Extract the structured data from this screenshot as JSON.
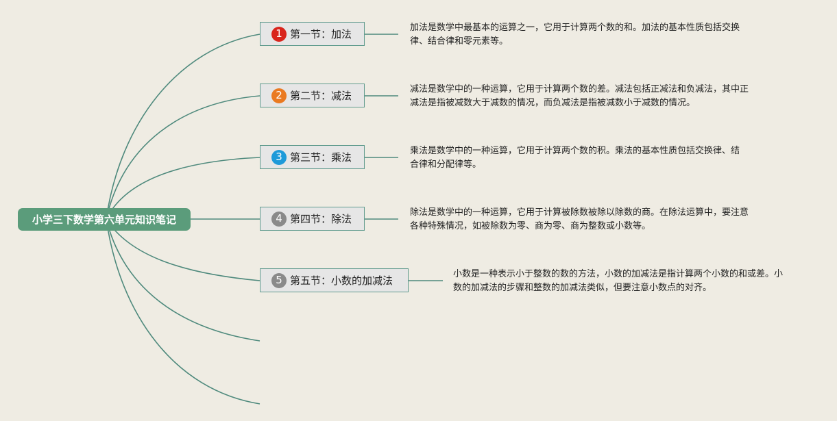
{
  "root": {
    "title": "小学三下数学第六单元知识笔记"
  },
  "branches": [
    {
      "number": "1",
      "badge_color": "#d9251c",
      "title": "第一节：加法",
      "note": "加法是数学中最基本的运算之一，它用于计算两个数的和。加法的基本性质包括交换律、结合律和零元素等。"
    },
    {
      "number": "2",
      "badge_color": "#ea7a21",
      "title": "第二节：减法",
      "note": "减法是数学中的一种运算，它用于计算两个数的差。减法包括正减法和负减法，其中正减法是指被减数大于减数的情况，而负减法是指被减数小于减数的情况。"
    },
    {
      "number": "3",
      "badge_color": "#1e9ad9",
      "title": "第三节：乘法",
      "note": "乘法是数学中的一种运算，它用于计算两个数的积。乘法的基本性质包括交换律、结合律和分配律等。"
    },
    {
      "number": "4",
      "badge_color": "#8a8a8a",
      "title": "第四节：除法",
      "note": "除法是数学中的一种运算，它用于计算被除数被除以除数的商。在除法运算中，要注意各种特殊情况，如被除数为零、商为零、商为整数或小数等。"
    },
    {
      "number": "5",
      "badge_color": "#8a8a8a",
      "title": "第五节：小数的加减法",
      "note": "小数是一种表示小于整数的数的方法，小数的加减法是指计算两个小数的和或差。小数的加减法的步骤和整数的加减法类似，但要注意小数点的对齐。"
    }
  ],
  "colors": {
    "background": "#efece3",
    "root_fill": "#5b9c7b",
    "connector": "#4f8a7d",
    "branch_fill": "#e6e6e6",
    "branch_border": "#5f9a8d"
  }
}
